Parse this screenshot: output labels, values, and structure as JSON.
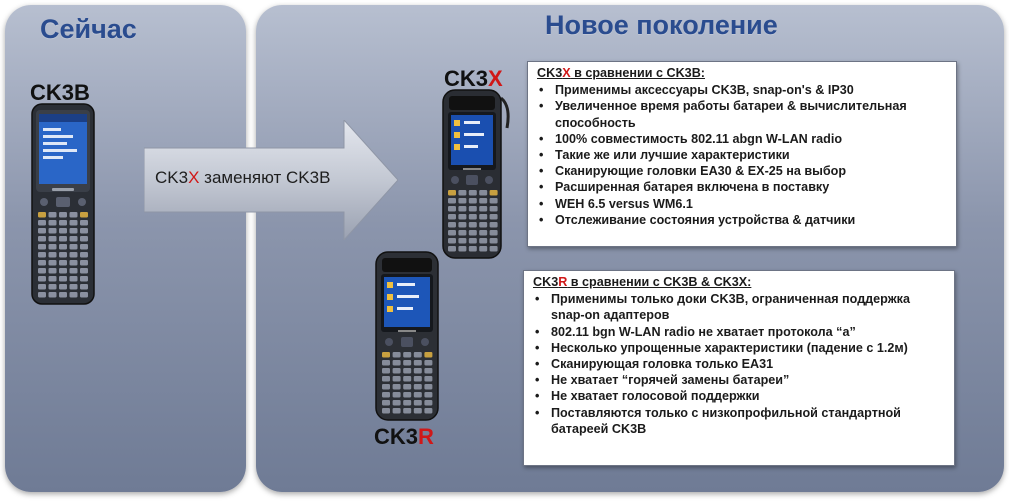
{
  "panels": {
    "now": {
      "title": "Сейчас"
    },
    "new": {
      "title": "Новое поколение"
    }
  },
  "devices": {
    "ck3b": {
      "label": "CK3B"
    },
    "ck3x": {
      "label_prefix": "CK3",
      "label_highlight": "X"
    },
    "ck3r": {
      "label_prefix": "CK3",
      "label_highlight": "R"
    }
  },
  "arrow": {
    "text_prefix": "CK3",
    "text_highlight": "X",
    "text_suffix": " заменяют CK3B"
  },
  "boxes": {
    "ck3x": {
      "title_prefix": "CK3",
      "title_highlight": "X",
      "title_suffix": " в сравнении с CK3B:",
      "items": [
        "Применимы аксессуары CK3B, snap-on's & IP30",
        "Увеличенное время работы батареи & вычислительная способность",
        "100% совместимость 802.11 abgn W-LAN radio",
        "Такие же или лучшие характеристики",
        "Сканирующие головки EA30 & EX-25 на выбор",
        "Расширенная батарея включена в поставку",
        "WEH 6.5 versus WM6.1",
        "Отслеживание состояния устройства & датчики"
      ]
    },
    "ck3r": {
      "title_prefix": "CK3",
      "title_highlight": "R",
      "title_suffix": " в сравнении с CK3B & CK3X:",
      "items": [
        "Применимы только доки CK3B, ограниченная поддержка snap-on адаптеров",
        "802.11 bgn W-LAN radio не хватает протокола “a”",
        "Несколько упрощенные характеристики (падение с 1.2м)",
        "Сканирующая головка только EA31",
        "Не хватает “горячей замены батареи”",
        "Не хватает голосовой поддержки",
        "Поставляются только с низкопрофильной стандартной батареей CK3B"
      ]
    }
  },
  "colors": {
    "title_blue": "#2a4c8f",
    "highlight_red": "#d01818",
    "panel_top": "#b7bfd0",
    "panel_bottom": "#6f7b95"
  }
}
